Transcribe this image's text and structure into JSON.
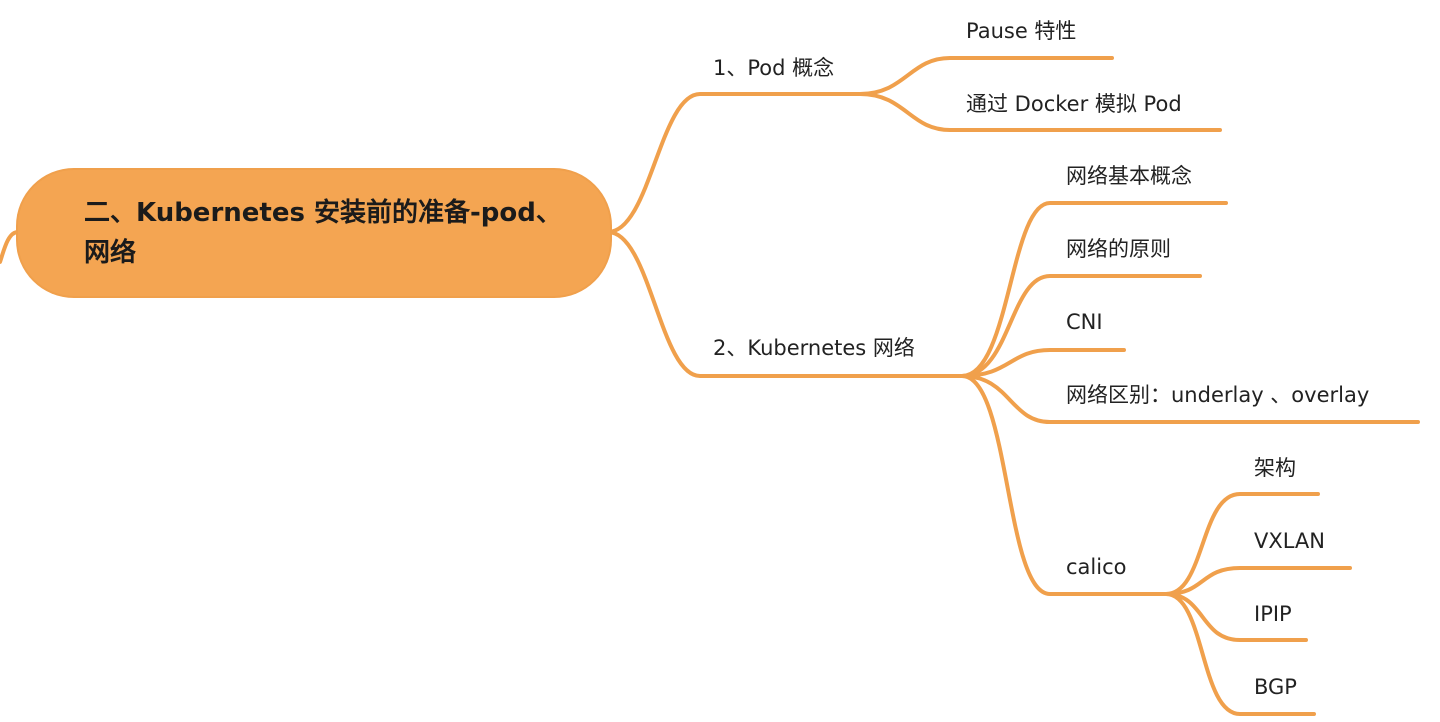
{
  "colors": {
    "accent": "#f4a552",
    "line": "#f0a04c",
    "text": "#222222"
  },
  "root": {
    "title": "二、Kubernetes 安装前的准备-pod、网络"
  },
  "branches": [
    {
      "label": "1、Pod 概念",
      "children": [
        {
          "label": "Pause 特性"
        },
        {
          "label": "通过 Docker 模拟 Pod"
        }
      ]
    },
    {
      "label": "2、Kubernetes 网络",
      "children": [
        {
          "label": "网络基本概念"
        },
        {
          "label": "网络的原则"
        },
        {
          "label": "CNI"
        },
        {
          "label": "网络区别：underlay 、overlay"
        },
        {
          "label": "calico",
          "children": [
            {
              "label": "架构"
            },
            {
              "label": "VXLAN"
            },
            {
              "label": "IPIP"
            },
            {
              "label": "BGP"
            }
          ]
        }
      ]
    }
  ]
}
